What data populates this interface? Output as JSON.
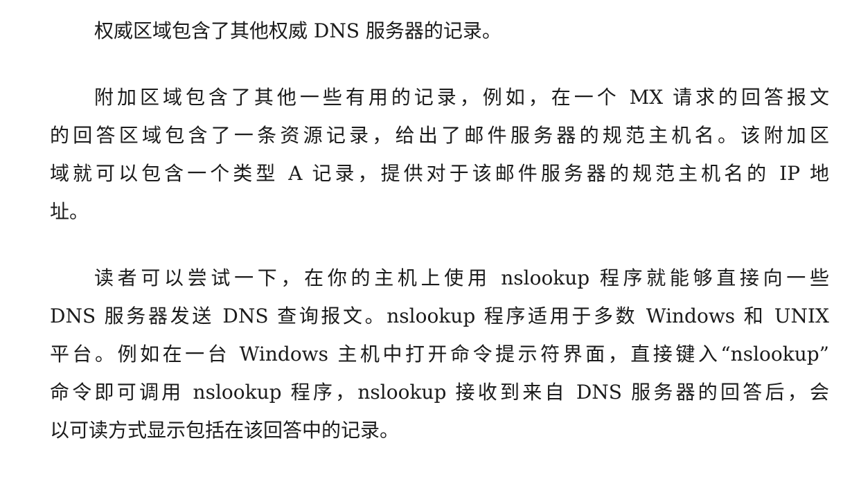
{
  "paragraphs": [
    {
      "lines": [
        "权威区域包含了其他权威 DNS 服务器的记录。"
      ]
    },
    {
      "lines": [
        "附加区域包含了其他一些有用的记录，例如，在一个 MX 请求的回答报文",
        "的回答区域包含了一条资源记录，给出了邮件服务器的规范主机名。该附加区",
        "域就可以包含一个类型 A 记录，提供对于该邮件服务器的规范主机名的 IP 地",
        "址。"
      ]
    },
    {
      "lines": [
        "读者可以尝试一下，在你的主机上使用 nslookup 程序就能够直接向一些",
        "DNS 服务器发送 DNS 查询报文。nslookup 程序适用于多数 Windows 和 UNIX",
        "平台。例如在一台 Windows 主机中打开命令提示符界面，直接键入“nslookup”",
        "命令即可调用 nslookup 程序，nslookup 接收到来自 DNS 服务器的回答后，会",
        "以可读方式显示包括在该回答中的记录。"
      ]
    }
  ]
}
